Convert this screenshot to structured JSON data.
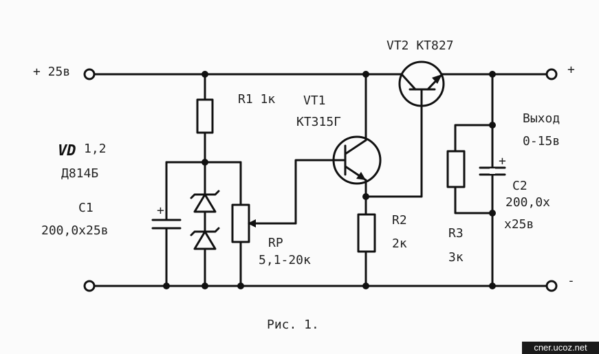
{
  "labels": {
    "input_plus": "+ 25в",
    "out_plus": "+",
    "out_minus": "-",
    "vt2": "VT2 КТ827",
    "r1": "R1 1к",
    "vt1_name": "VT1",
    "vt1_type": "КТ315Г",
    "vd_name": "VD",
    "vd_idx": "1,2",
    "vd_type": "Д814Б",
    "c1_name": "C1",
    "c1_value": "200,0х25в",
    "out_label": "Выход",
    "out_range": "0-15в",
    "c2_name": "C2",
    "c2_value_1": "200,0х",
    "c2_value_2": "х25в",
    "r2_name": "R2",
    "r2_value": "2к",
    "r3_name": "R3",
    "r3_value": "3к",
    "rp_name": "RP",
    "rp_value": "5,1-20к",
    "caption": "Рис. 1.",
    "c1_polarity": "+",
    "c2_polarity": "+"
  },
  "watermark": "cner.ucoz.net"
}
